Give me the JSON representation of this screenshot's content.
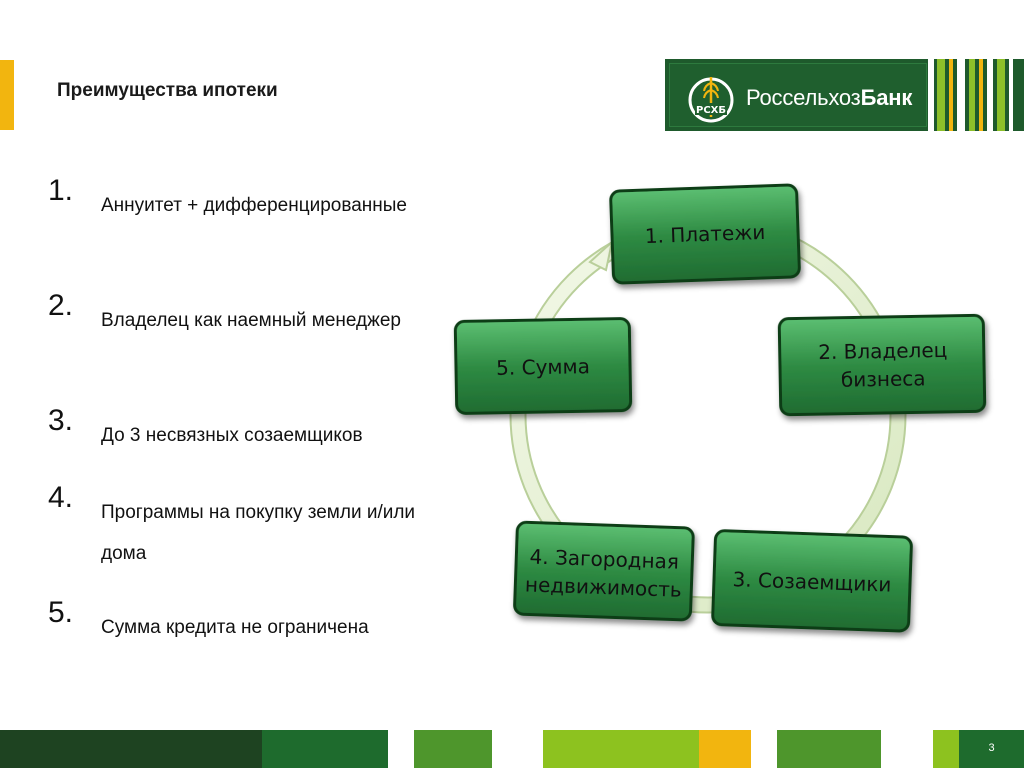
{
  "slide": {
    "title": "Преимущества ипотеки",
    "page_number": "3"
  },
  "logo": {
    "name_regular": "Россельхоз",
    "name_bold": "Банк",
    "emblem_letters": "РСХБ"
  },
  "list": {
    "items": [
      {
        "num": "1.",
        "text": "Аннуитет + дифференцированные"
      },
      {
        "num": "2.",
        "text": "Владелец как наемный менеджер"
      },
      {
        "num": "3.",
        "text": "До 3 несвязных созаемщиков"
      },
      {
        "num": "4.",
        "text": "Программы на покупку земли и/или дома"
      },
      {
        "num": "5.",
        "text": "Сумма кредита не ограничена"
      }
    ]
  },
  "cycle": {
    "nodes": [
      {
        "lines": [
          "1. Платежи"
        ]
      },
      {
        "lines": [
          "2. Владелец",
          "бизнеса"
        ]
      },
      {
        "lines": [
          "3. Созаемщики"
        ]
      },
      {
        "lines": [
          "4. Загородная",
          "недвижимость"
        ]
      },
      {
        "lines": [
          "5. Сумма"
        ]
      }
    ]
  },
  "colors": {
    "accent_yellow": "#f2b50f",
    "brand_dark_green": "#1e5a2c",
    "node_green": "#2e8b43",
    "light_green": "#8dbf2a"
  }
}
